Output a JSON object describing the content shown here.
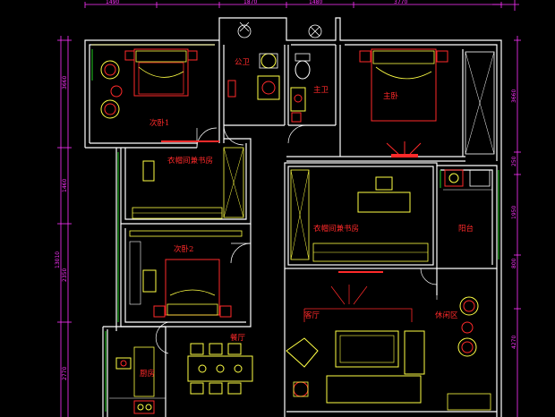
{
  "rooms": {
    "secondary_bedroom_1": "次卧1",
    "public_bathroom": "公卫",
    "master_bathroom": "主卫",
    "master_bedroom": "主卧",
    "closet_study_left": "衣帽间兼书房",
    "closet_study_center": "衣帽间兼书房",
    "balcony": "阳台",
    "secondary_bedroom_2": "次卧2",
    "living_room": "客厅",
    "dining_room": "餐厅",
    "leisure_area": "休闲区",
    "kitchen": "厨房"
  },
  "dimensions": {
    "top": [
      "1490",
      "1870",
      "1480",
      "3770"
    ],
    "left": [
      "3660",
      "1460",
      "2350",
      "2770"
    ],
    "left_total": "13010",
    "right": [
      "3660",
      "250",
      "1950",
      "800",
      "4270"
    ]
  },
  "colors": {
    "background": "#000000",
    "walls": "#ffffff",
    "furniture": "#ffff44",
    "detail": "#ff2a2a",
    "dimension": "#ff33ff",
    "greenery": "#22cc22"
  }
}
